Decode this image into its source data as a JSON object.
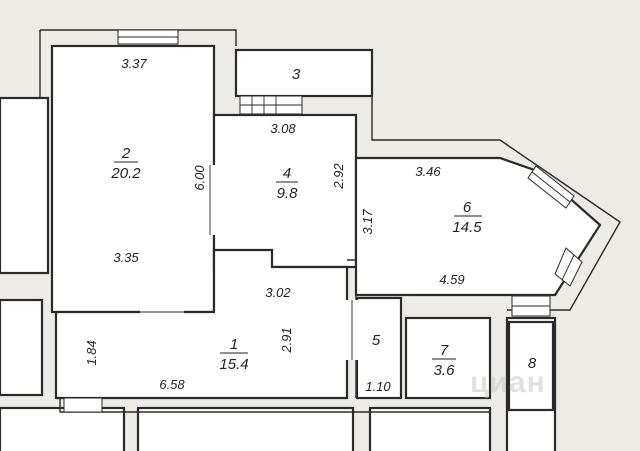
{
  "rooms": [
    {
      "id": "1",
      "number": "1",
      "area": "15.4"
    },
    {
      "id": "2",
      "number": "2",
      "area": "20.2"
    },
    {
      "id": "3",
      "number": "3",
      "area": ""
    },
    {
      "id": "4",
      "number": "4",
      "area": "9.8"
    },
    {
      "id": "5",
      "number": "5",
      "area": ""
    },
    {
      "id": "6",
      "number": "6",
      "area": "14.5"
    },
    {
      "id": "7",
      "number": "7",
      "area": "3.6"
    },
    {
      "id": "8",
      "number": "8",
      "area": ""
    }
  ],
  "dimensions": [
    {
      "id": "room2-top",
      "value": "3.37"
    },
    {
      "id": "room2-side",
      "value": "6.00"
    },
    {
      "id": "room2-bottom",
      "value": "3.35"
    },
    {
      "id": "room4-top",
      "value": "3.08"
    },
    {
      "id": "room4-right",
      "value": "2.92"
    },
    {
      "id": "room6-top",
      "value": "3.46"
    },
    {
      "id": "room6-left",
      "value": "3.17"
    },
    {
      "id": "room6-bottom",
      "value": "4.59"
    },
    {
      "id": "hall-upper",
      "value": "3.02"
    },
    {
      "id": "hall-height",
      "value": "2.91"
    },
    {
      "id": "hall-left",
      "value": "1.84"
    },
    {
      "id": "hall-bottom",
      "value": "6.58"
    },
    {
      "id": "room5-bottom",
      "value": "1.10"
    }
  ],
  "watermark": "циан"
}
